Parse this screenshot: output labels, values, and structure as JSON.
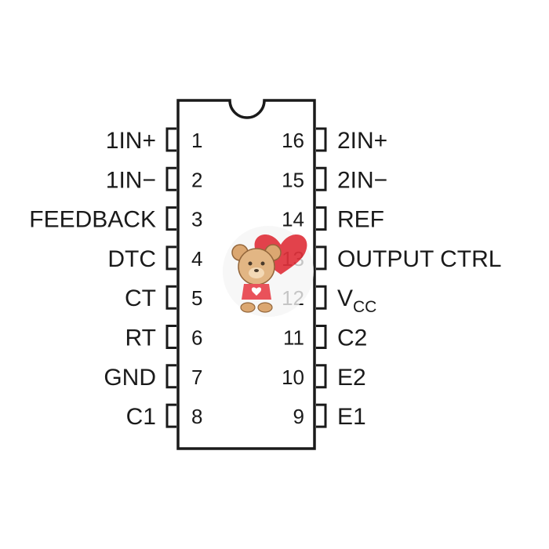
{
  "chip": {
    "left_pins": [
      {
        "number": "1",
        "label": "1IN+"
      },
      {
        "number": "2",
        "label": "1IN−"
      },
      {
        "number": "3",
        "label": "FEEDBACK"
      },
      {
        "number": "4",
        "label": "DTC"
      },
      {
        "number": "5",
        "label": "CT"
      },
      {
        "number": "6",
        "label": "RT"
      },
      {
        "number": "7",
        "label": "GND"
      },
      {
        "number": "8",
        "label": "C1"
      }
    ],
    "right_pins": [
      {
        "number": "16",
        "label": "2IN+"
      },
      {
        "number": "15",
        "label": "2IN−"
      },
      {
        "number": "14",
        "label": "REF"
      },
      {
        "number": "13",
        "label": "OUTPUT CTRL"
      },
      {
        "number": "12",
        "label": "V",
        "subscript": "CC"
      },
      {
        "number": "11",
        "label": "C2"
      },
      {
        "number": "10",
        "label": "E2"
      },
      {
        "number": "9",
        "label": "E1"
      }
    ],
    "colors": {
      "outline": "#1a1a1a",
      "text": "#1a1a1a"
    }
  },
  "watermark": {
    "icon": "teddy-bear-heart-icon",
    "colors": {
      "heart": "#e0323c",
      "bear": "#d9a066",
      "shirt": "#e8444d"
    }
  }
}
